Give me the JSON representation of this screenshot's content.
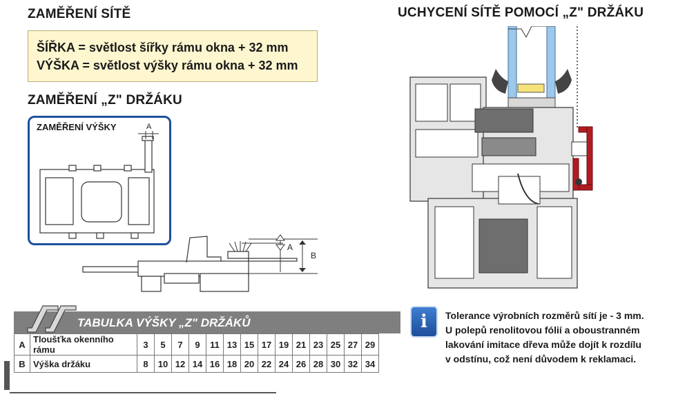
{
  "left": {
    "heading_net": "ZAMĚŘENÍ SÍTĚ",
    "formula_width": "ŠÍŘKA = světlost šířky rámu okna + 32 mm",
    "formula_height": "VÝŠKA = světlost výšky rámu okna + 32 mm",
    "heading_holder": "ZAMĚŘENÍ „Z\" DRŽÁKU",
    "box_title": "ZAMĚŘENÍ VÝŠKY",
    "dim_a_small": "A",
    "dim_a": "A",
    "dim_b": "B"
  },
  "table": {
    "title": "TABULKA VÝŠKY „Z\" DRŽÁKŮ",
    "rows": [
      {
        "key": "A",
        "label": "Tloušťka okenního rámu",
        "values": [
          "3",
          "5",
          "7",
          "9",
          "11",
          "13",
          "15",
          "17",
          "19",
          "21",
          "23",
          "25",
          "27",
          "29"
        ]
      },
      {
        "key": "B",
        "label": "Výška držáku",
        "values": [
          "8",
          "10",
          "12",
          "14",
          "16",
          "18",
          "20",
          "22",
          "24",
          "26",
          "28",
          "30",
          "32",
          "34"
        ]
      }
    ]
  },
  "right": {
    "heading": "UCHYCENÍ SÍTĚ POMOCÍ „Z\" DRŽÁKU",
    "note_lines": [
      "Tolerance výrobních rozměrů sítí je - 3 mm.",
      "U polepů renolitovou fólií a oboustranném",
      "lakování imitace dřeva může dojít k rozdílu",
      "v odstínu, což není důvodem k reklamaci."
    ],
    "info_icon": "info-icon",
    "colors": {
      "accent_blue": "#1d4f9c",
      "holder_red": "#b01c22",
      "note_box": "#fdf6cf",
      "table_header": "#7f7f7f"
    }
  }
}
